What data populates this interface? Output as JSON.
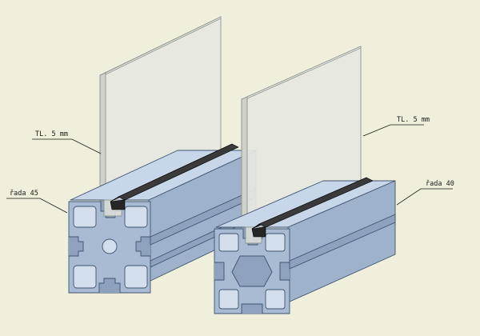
{
  "annotations": {
    "glass_left": "TL. 5 mm",
    "glass_right": "TL. 5 mm",
    "profile_left": "řada 45",
    "profile_right": "řada 40"
  },
  "colors": {
    "background": "#efefdc",
    "profile_face": "#a9bbd3",
    "profile_top": "#c7d6e8",
    "profile_edge": "#3d5470",
    "glass": "#e7e9e2",
    "seal": "#232323"
  }
}
